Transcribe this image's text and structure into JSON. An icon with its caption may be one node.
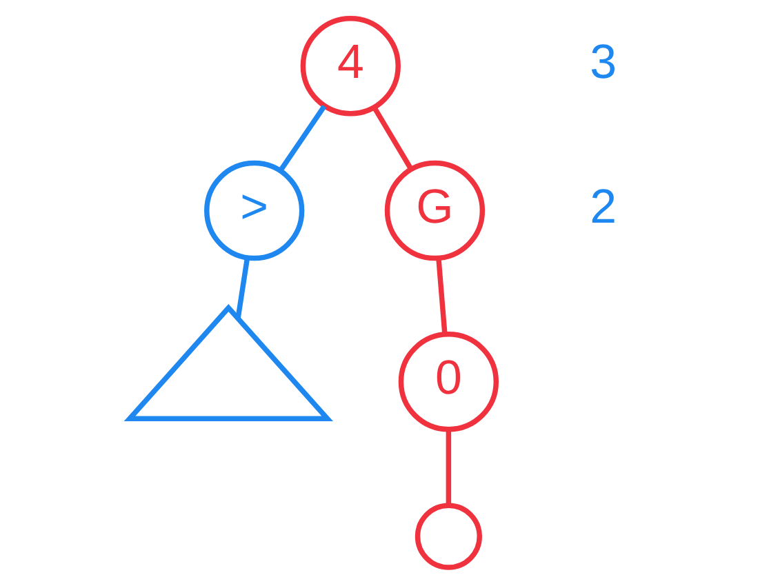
{
  "diagram": {
    "nodes": [
      {
        "text": [
          "4"
        ]
      },
      {
        "text": [
          ">"
        ]
      },
      {
        "text": [],
        "shape": "triangle"
      },
      {
        "text": [
          "G"
        ]
      },
      {
        "text": [
          "0"
        ]
      },
      {
        "text": [],
        "shape": "circle"
      }
    ],
    "edges": [
      {
        "from": 0,
        "to": 1,
        "arrow": "none",
        "color": "#1f88f0"
      },
      {
        "from": 1,
        "to": 2,
        "arrow": "none",
        "color": "#1f88f0"
      },
      {
        "from": 0,
        "to": 3,
        "arrow": "none"
      },
      {
        "from": 3,
        "to": 4,
        "arrow": "none"
      },
      {
        "from": 4,
        "to": 5,
        "arrow": "none"
      }
    ],
    "labels": [
      "3",
      "2"
    ]
  }
}
